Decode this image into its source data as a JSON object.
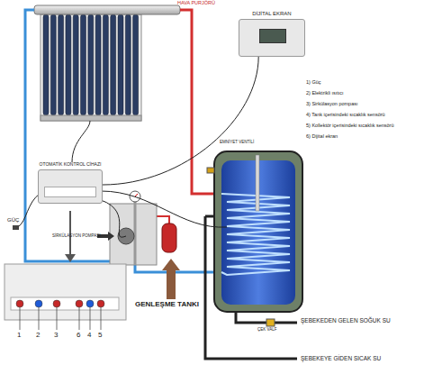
{
  "diagram": {
    "nodes": [
      {
        "text": [
          "OTOMATİK KONTROL CİHAZI"
        ]
      },
      {
        "text": [
          "DİJİTAL EKRAN"
        ]
      }
    ],
    "edges": [
      {
        "from": 0,
        "to": 1,
        "arrow": "none"
      }
    ],
    "labels": [
      "HAVA PURJÖRÜ",
      "1) Güç",
      "2) Elektrikli ısıtıcı",
      "3) Sirkülasyon pompası",
      "4) Tank içerisindeki sıcaklık sensörü",
      "5) Kollektör içerisindeki sıcaklık sensörü",
      "6) Dijital ekran",
      "EMNİYET VENTİLİ",
      "SİRKÜLASYON POMPASI",
      "GÜÇ",
      "GENLEŞME TANKI",
      "ŞEBEKEDEN GELEN SOĞUK SU",
      "ÇEK VALF",
      "ŞEBEKEYE GİDEN SICAK SU",
      "1",
      "2",
      "3",
      "6",
      "4",
      "5"
    ]
  }
}
